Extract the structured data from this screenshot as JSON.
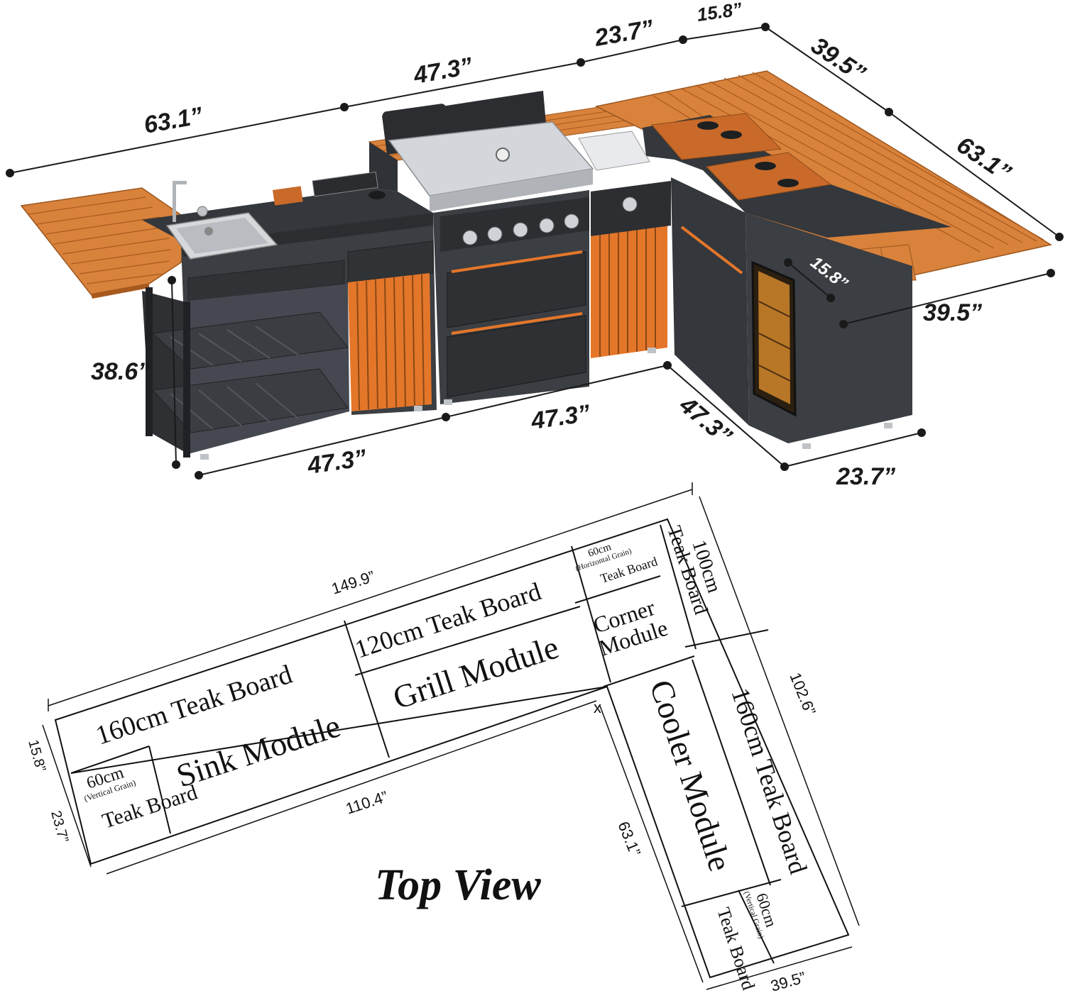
{
  "colors": {
    "teak": "#d9823b",
    "teak_dark": "#a85a1e",
    "cabinet": "#3b3e42",
    "cabinet_dark": "#2a2c2f",
    "steel": "#c9ccd0",
    "accent": "#e4762a"
  },
  "isometric_dimensions": {
    "left_counter_length": "63.1”",
    "grill_top_length": "47.3”",
    "corner_top_length": "23.7”",
    "corner_top_depth": "15.8”",
    "right_top_depth": "39.5”",
    "right_counter_length": "63.1”",
    "overhang_depth": "15.8”",
    "cooler_width": "39.5”",
    "height": "38.6”",
    "sink_base_length": "47.3”",
    "grill_base_length": "47.3”",
    "right_base_length": "47.3”",
    "cooler_base_depth": "23.7”"
  },
  "top_view": {
    "title": "Top View",
    "overall_length": "149.9”",
    "overall_depth": "102.6”",
    "inner_length": "110.4”",
    "inner_depth": "63.1”",
    "left_depth_top": "15.8”",
    "left_depth_bottom": "23.7”",
    "bottom_width": "39.5”",
    "boards": {
      "left_board": "160cm Teak Board",
      "grill_board": "120cm Teak Board",
      "corner_board_size": "60cm",
      "corner_board_note": "(Horizontal Grain)",
      "corner_board_label": "Teak Board",
      "right_top_board_size": "100cm",
      "right_top_board_label": "Teak Board",
      "right_board": "160cm Teak Board",
      "end_left_size": "60cm",
      "end_left_note": "(Vertical Grain)",
      "end_left_label": "Teak Board",
      "end_bottom_size": "60cm",
      "end_bottom_note": "(Vertical Grain)",
      "end_bottom_label": "Teak Board"
    },
    "modules": {
      "sink": "Sink Module",
      "grill": "Grill Module",
      "corner_line1": "Corner",
      "corner_line2": "Module",
      "cooler": "Cooler Module"
    }
  }
}
